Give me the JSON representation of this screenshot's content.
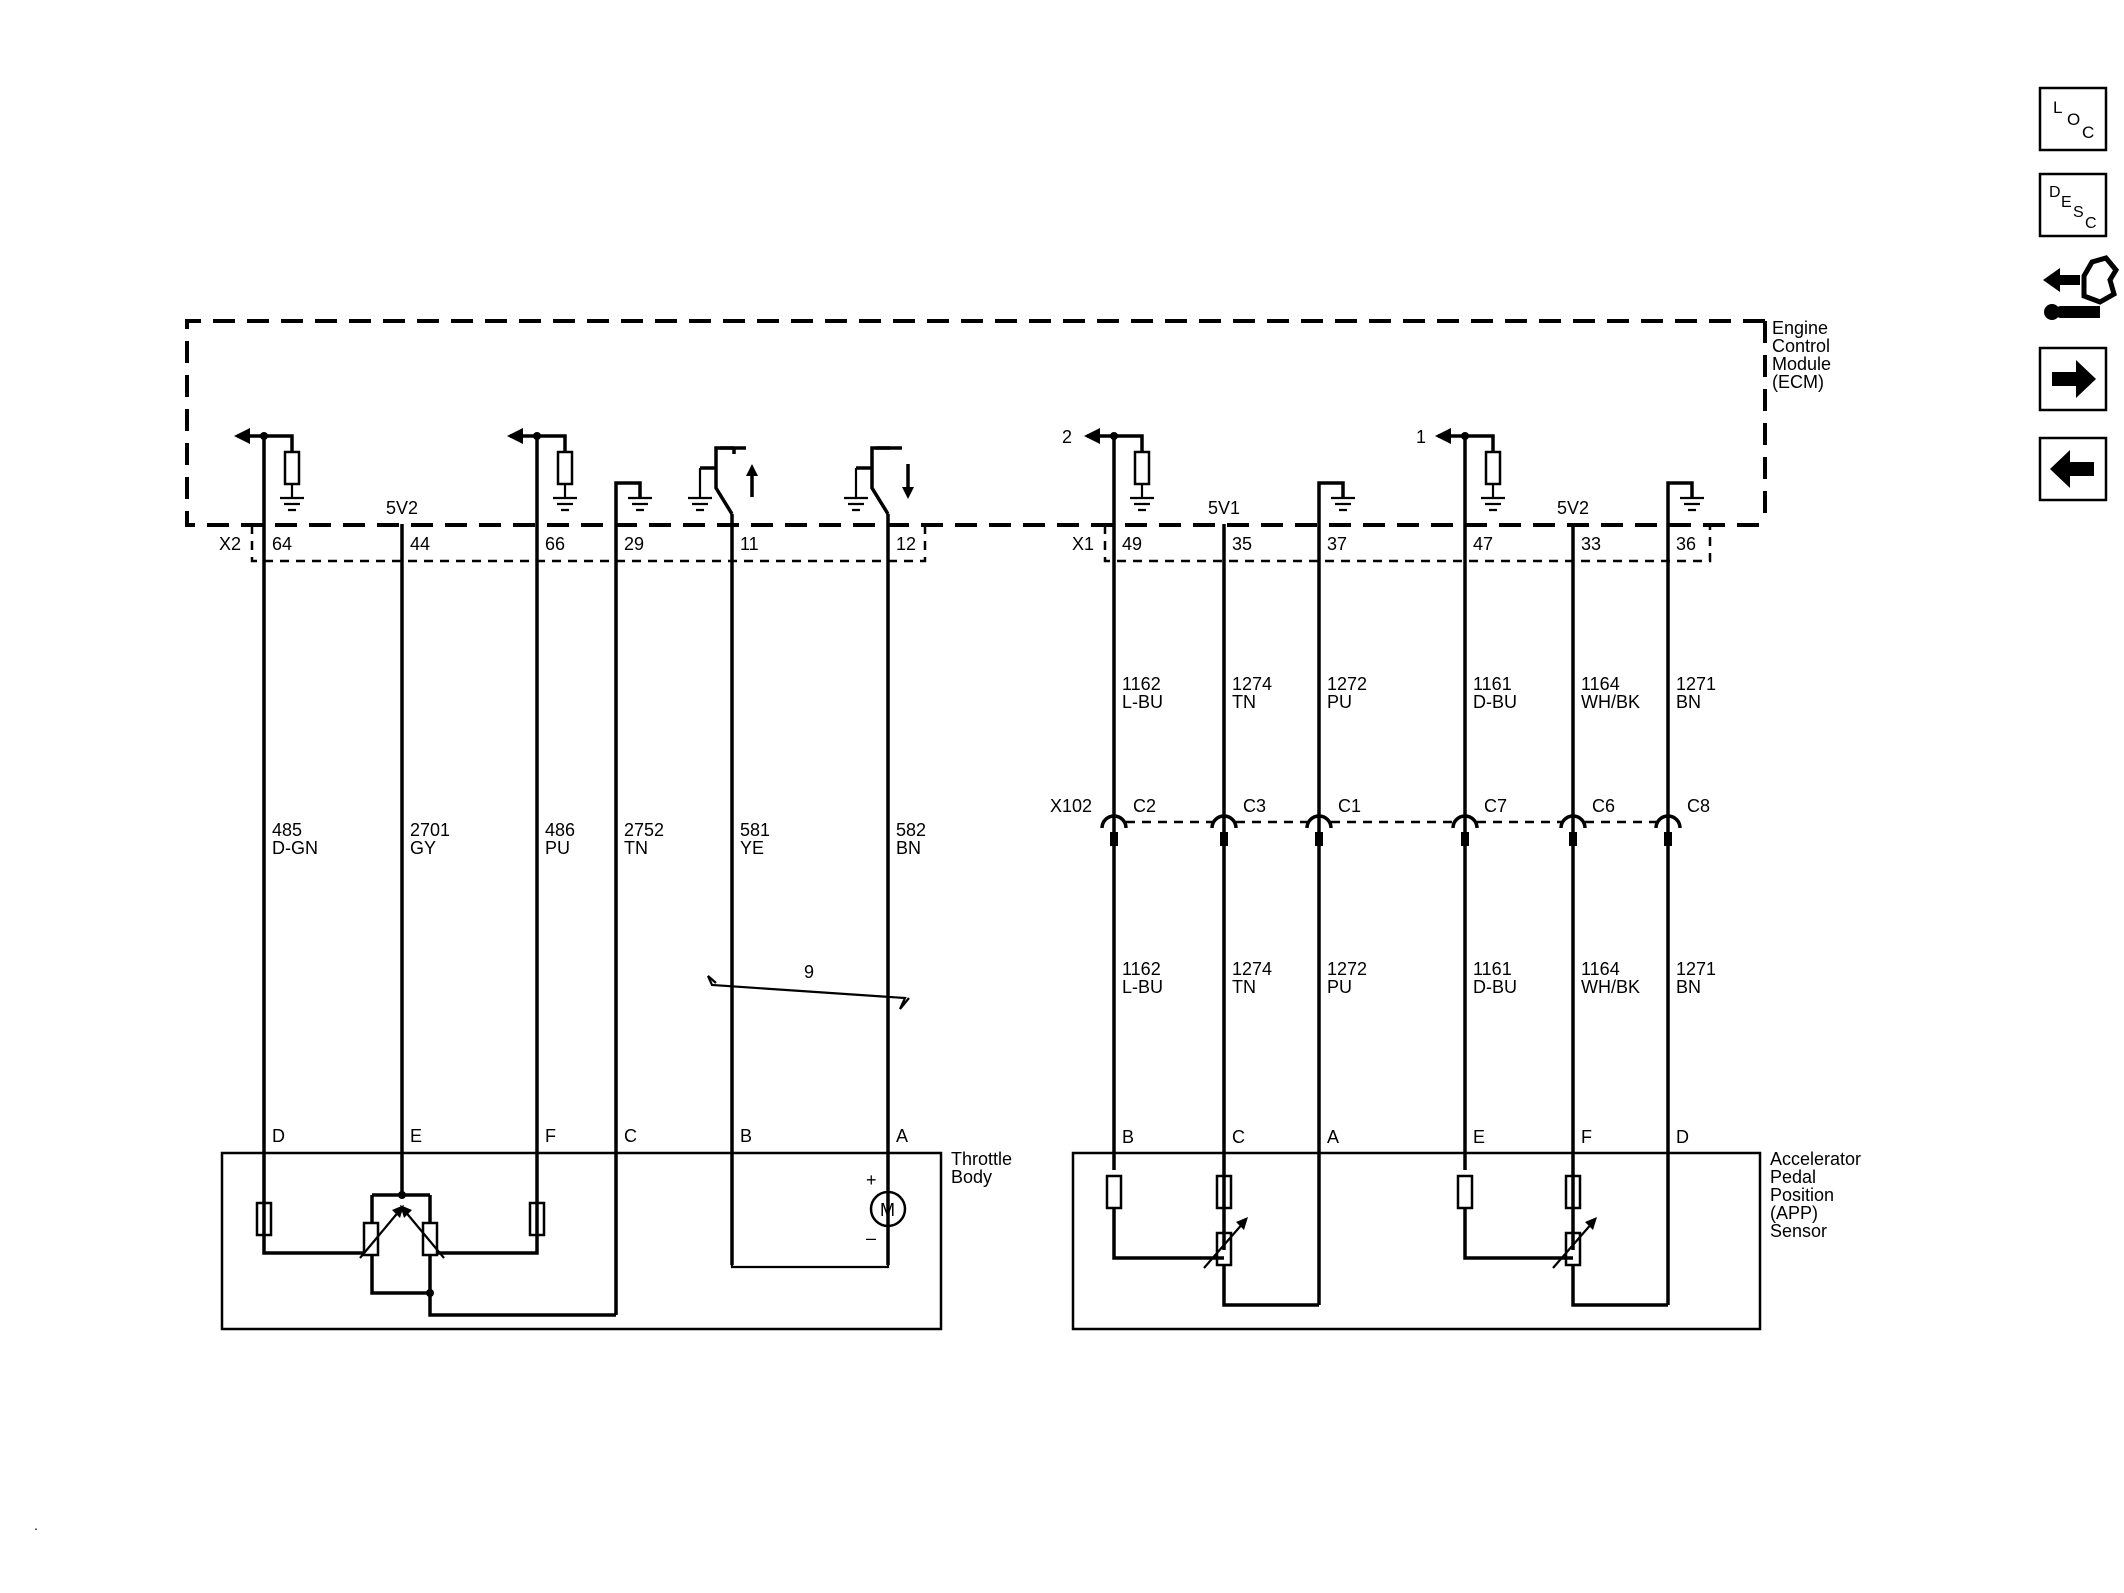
{
  "ecm": {
    "label_lines": [
      "Engine",
      "Control",
      "Module",
      "(ECM)"
    ]
  },
  "throttle_body": {
    "label_lines": [
      "Throttle",
      "Body"
    ]
  },
  "app_sensor": {
    "label_lines": [
      "Accelerator",
      "Pedal",
      "Position",
      "(APP)",
      "Sensor"
    ]
  },
  "connectors": {
    "x2": "X2",
    "x1": "X1",
    "x102": "X102"
  },
  "ecm_pins_left": [
    {
      "id": "p64",
      "pin": "64",
      "wire_num": "485",
      "color": "D-GN",
      "comp_pin": "D"
    },
    {
      "id": "p44",
      "pin": "44",
      "wire_num": "2701",
      "color": "GY",
      "comp_pin": "E"
    },
    {
      "id": "p66",
      "pin": "66",
      "wire_num": "486",
      "color": "PU",
      "comp_pin": "F"
    },
    {
      "id": "p29",
      "pin": "29",
      "wire_num": "2752",
      "color": "TN",
      "comp_pin": "C"
    },
    {
      "id": "p11",
      "pin": "11",
      "wire_num": "581",
      "color": "YE",
      "comp_pin": "B"
    },
    {
      "id": "p12",
      "pin": "12",
      "wire_num": "582",
      "color": "BN",
      "comp_pin": "A"
    }
  ],
  "ecm_pins_right": [
    {
      "id": "p49",
      "pin": "49",
      "wire_num": "1162",
      "color": "L-BU",
      "inline": "C2",
      "comp_pin": "B"
    },
    {
      "id": "p35",
      "pin": "35",
      "wire_num": "1274",
      "color": "TN",
      "inline": "C3",
      "comp_pin": "C"
    },
    {
      "id": "p37",
      "pin": "37",
      "wire_num": "1272",
      "color": "PU",
      "inline": "C1",
      "comp_pin": "A"
    },
    {
      "id": "p47",
      "pin": "47",
      "wire_num": "1161",
      "color": "D-BU",
      "inline": "C7",
      "comp_pin": "E"
    },
    {
      "id": "p33",
      "pin": "33",
      "wire_num": "1164",
      "color": "WH/BK",
      "inline": "C6",
      "comp_pin": "F"
    },
    {
      "id": "p36",
      "pin": "36",
      "wire_num": "1271",
      "color": "BN",
      "inline": "C8",
      "comp_pin": "D"
    }
  ],
  "supply_labels": {
    "left": "5V2",
    "right_a": "5V1",
    "right_b": "5V2"
  },
  "references": {
    "ref_1": "1",
    "ref_2": "2",
    "twist": "9"
  },
  "motor": {
    "symbol": "M",
    "plus": "+",
    "minus": "–"
  },
  "nav": {
    "loc": [
      "L",
      "O",
      "C"
    ],
    "desc": [
      "D",
      "E",
      "S",
      "C"
    ],
    "icons": [
      "connector-tool-icon",
      "arrow-right-icon",
      "arrow-left-icon"
    ]
  },
  "corner_mark": "."
}
